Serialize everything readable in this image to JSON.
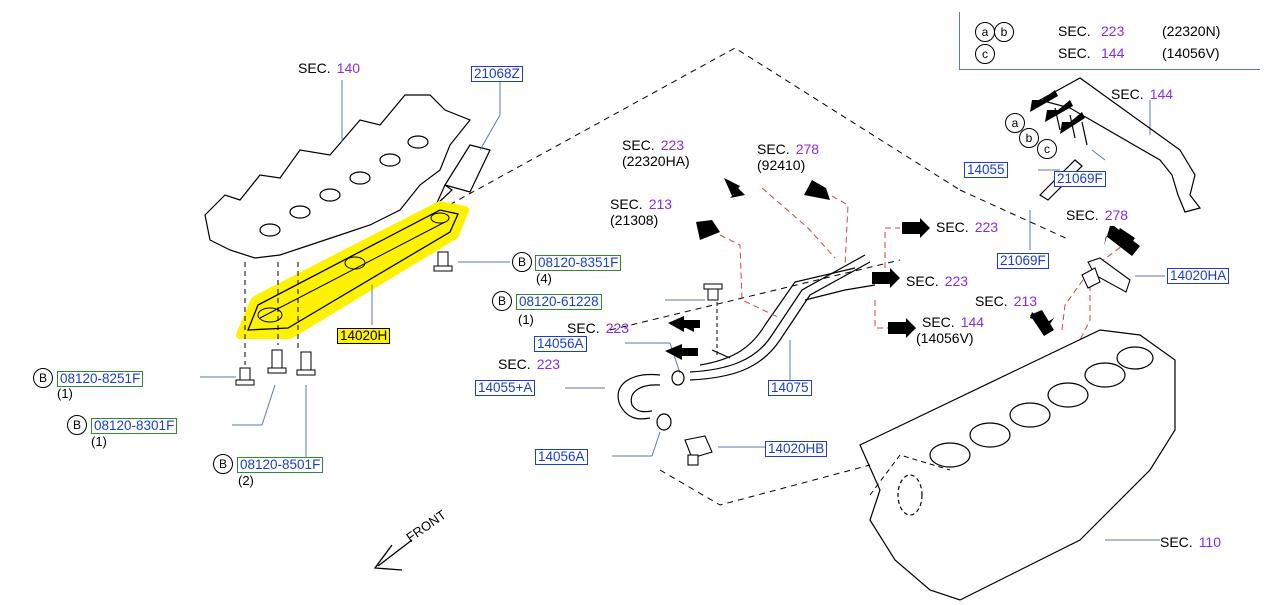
{
  "legend": {
    "rows": [
      {
        "marks": [
          "a",
          "b"
        ],
        "sec_label": "SEC.",
        "sec_num": "223",
        "part": "(22320N)"
      },
      {
        "marks": [
          "c"
        ],
        "sec_label": "SEC.",
        "sec_num": "144",
        "part": "(14056V)"
      }
    ]
  },
  "sections": {
    "s140": {
      "label": "SEC.",
      "num": "140"
    },
    "s223_22320ha": {
      "label": "SEC.",
      "num": "223",
      "sub": "(22320HA)"
    },
    "s278_92410": {
      "label": "SEC.",
      "num": "278",
      "sub": "(92410)"
    },
    "s213_21308": {
      "label": "SEC.",
      "num": "213",
      "sub": "(21308)"
    },
    "s223_a": {
      "label": "SEC.",
      "num": "223"
    },
    "s223_b": {
      "label": "SEC.",
      "num": "223"
    },
    "s144_14056v": {
      "label": "SEC.",
      "num": "144",
      "sub": "(14056V)"
    },
    "s223_c": {
      "label": "SEC.",
      "num": "223"
    },
    "s223_d": {
      "label": "SEC.",
      "num": "223"
    },
    "s213_b": {
      "label": "SEC.",
      "num": "213"
    },
    "s278_b": {
      "label": "SEC.",
      "num": "278"
    },
    "s144_b": {
      "label": "SEC.",
      "num": "144"
    },
    "s110": {
      "label": "SEC.",
      "num": "110"
    }
  },
  "parts": {
    "p21068z": "21068Z",
    "p14020h": "14020H",
    "p08120_8351f": "08120-8351F",
    "p08120_61228": "08120-61228",
    "p08120_8251f": "08120-8251F",
    "p08120_8301f": "08120-8301F",
    "p08120_8501f": "08120-8501F",
    "p14056a_1": "14056A",
    "p14055a": "14055+A",
    "p14075": "14075",
    "p14056a_2": "14056A",
    "p14020hb": "14020HB",
    "p14055": "14055",
    "p21069f_1": "21069F",
    "p21069f_2": "21069F",
    "p14020ha": "14020HA"
  },
  "quantities": {
    "q8351f": "(4)",
    "q61228": "(1)",
    "q8251f": "(1)",
    "q8301f": "(1)",
    "q8501f": "(2)"
  },
  "bolt_mark": "B",
  "callouts": {
    "a": "a",
    "b": "b",
    "c": "c"
  },
  "front_label": "FRONT",
  "colors": {
    "part_text": "#1a3ccf",
    "section_number": "#8a2be2",
    "highlight": "#fff200",
    "hose_route": "#e0403a"
  }
}
